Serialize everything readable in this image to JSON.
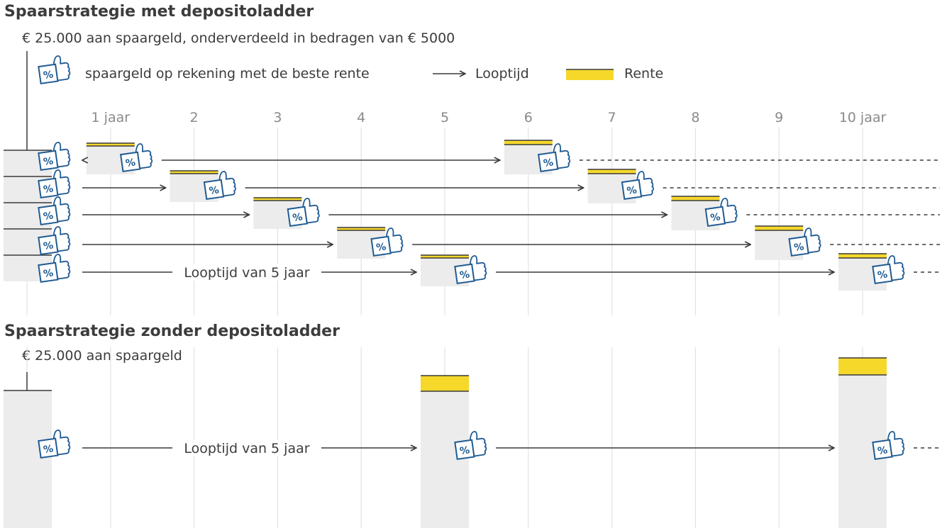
{
  "diagram": {
    "title_with": "Spaarstrategie met depositoladder",
    "subtitle_with": "€ 25.000 aan spaargeld, onderverdeeld in bedragen van € 5000",
    "title_without": "Spaarstrategie zonder depositoladder",
    "subtitle_without": "€ 25.000 aan spaargeld",
    "legend": {
      "savings": "spaargeld op rekening met de beste rente",
      "term": "Looptijd",
      "interest": "Rente"
    },
    "year_labels": [
      "1 jaar",
      "2",
      "3",
      "4",
      "5",
      "6",
      "7",
      "8",
      "9",
      "10 jaar"
    ],
    "term_label": "Looptijd van 5 jaar",
    "icon_symbol": "%",
    "colors": {
      "text": "#3c3c3c",
      "icon_blue": "#1f5b93",
      "gray_block": "#ececec",
      "interest_yellow": "#f6d82b",
      "grid": "#e2e2e2",
      "line": "#3a3a3a"
    },
    "ladder": {
      "tranche_count": 5,
      "tranche_amount": "€ 5000",
      "term_years": 5,
      "tranches": [
        {
          "start_year": 0,
          "maturities": [
            1,
            6
          ]
        },
        {
          "start_year": 0,
          "maturities": [
            2,
            7
          ]
        },
        {
          "start_year": 0,
          "maturities": [
            3,
            8
          ]
        },
        {
          "start_year": 0,
          "maturities": [
            4,
            9
          ]
        },
        {
          "start_year": 0,
          "maturities": [
            5,
            10
          ]
        }
      ]
    },
    "no_ladder": {
      "amount": "€ 25.000",
      "maturities": [
        5,
        10
      ]
    }
  }
}
